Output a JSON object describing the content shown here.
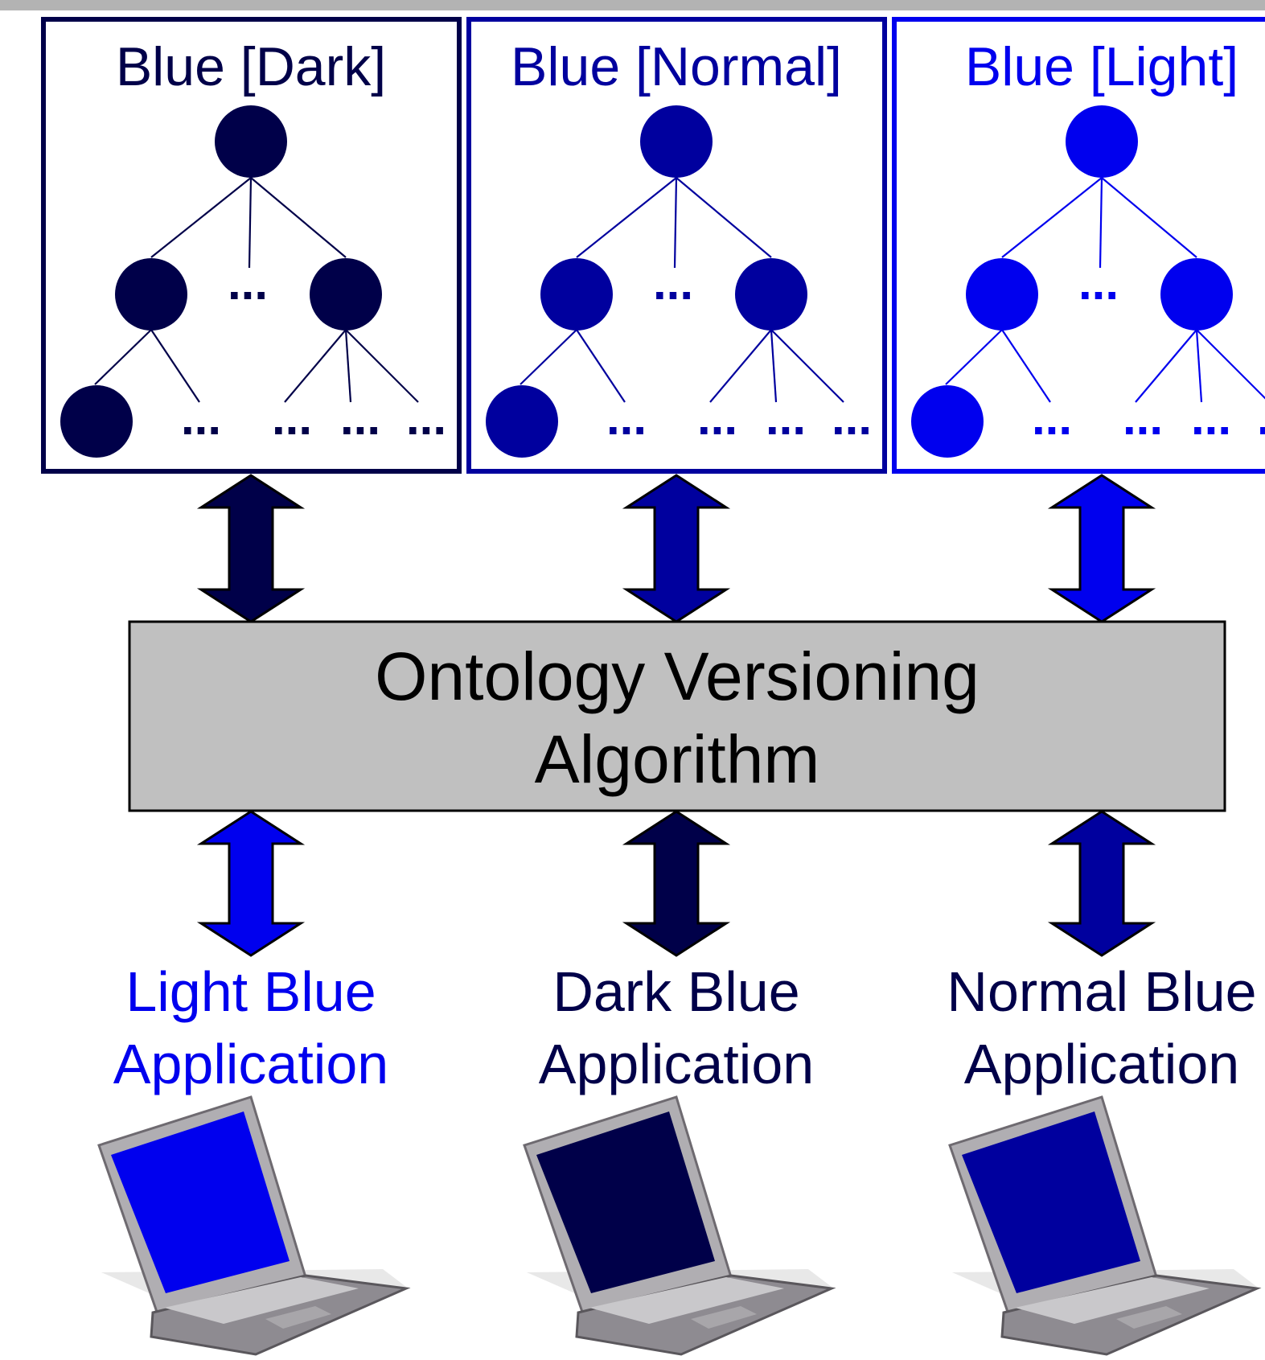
{
  "colors": {
    "dark": "#000049",
    "normal": "#00009e",
    "light": "#0000ee",
    "box_fill": "#c0c0c0",
    "top_bar": "#b3b3b3"
  },
  "panels": [
    {
      "title": "Blue [Dark]",
      "color_key": "dark"
    },
    {
      "title": "Blue [Normal]",
      "color_key": "normal"
    },
    {
      "title": "Blue [Light]",
      "color_key": "light"
    }
  ],
  "tree_ellipsis": "...",
  "center_box": {
    "line1": "Ontology Versioning",
    "line2": "Algorithm"
  },
  "upper_arrows": [
    "dark",
    "normal",
    "light"
  ],
  "lower_arrows": [
    "light",
    "dark",
    "normal"
  ],
  "applications": [
    {
      "line1": "Light Blue",
      "line2": "Application",
      "color_key": "light",
      "screen_key": "light"
    },
    {
      "line1": "Dark Blue",
      "line2": "Application",
      "color_key": "dark",
      "screen_key": "dark"
    },
    {
      "line1": "Normal Blue",
      "line2": "Application",
      "color_key": "dark",
      "screen_key": "normal"
    }
  ]
}
